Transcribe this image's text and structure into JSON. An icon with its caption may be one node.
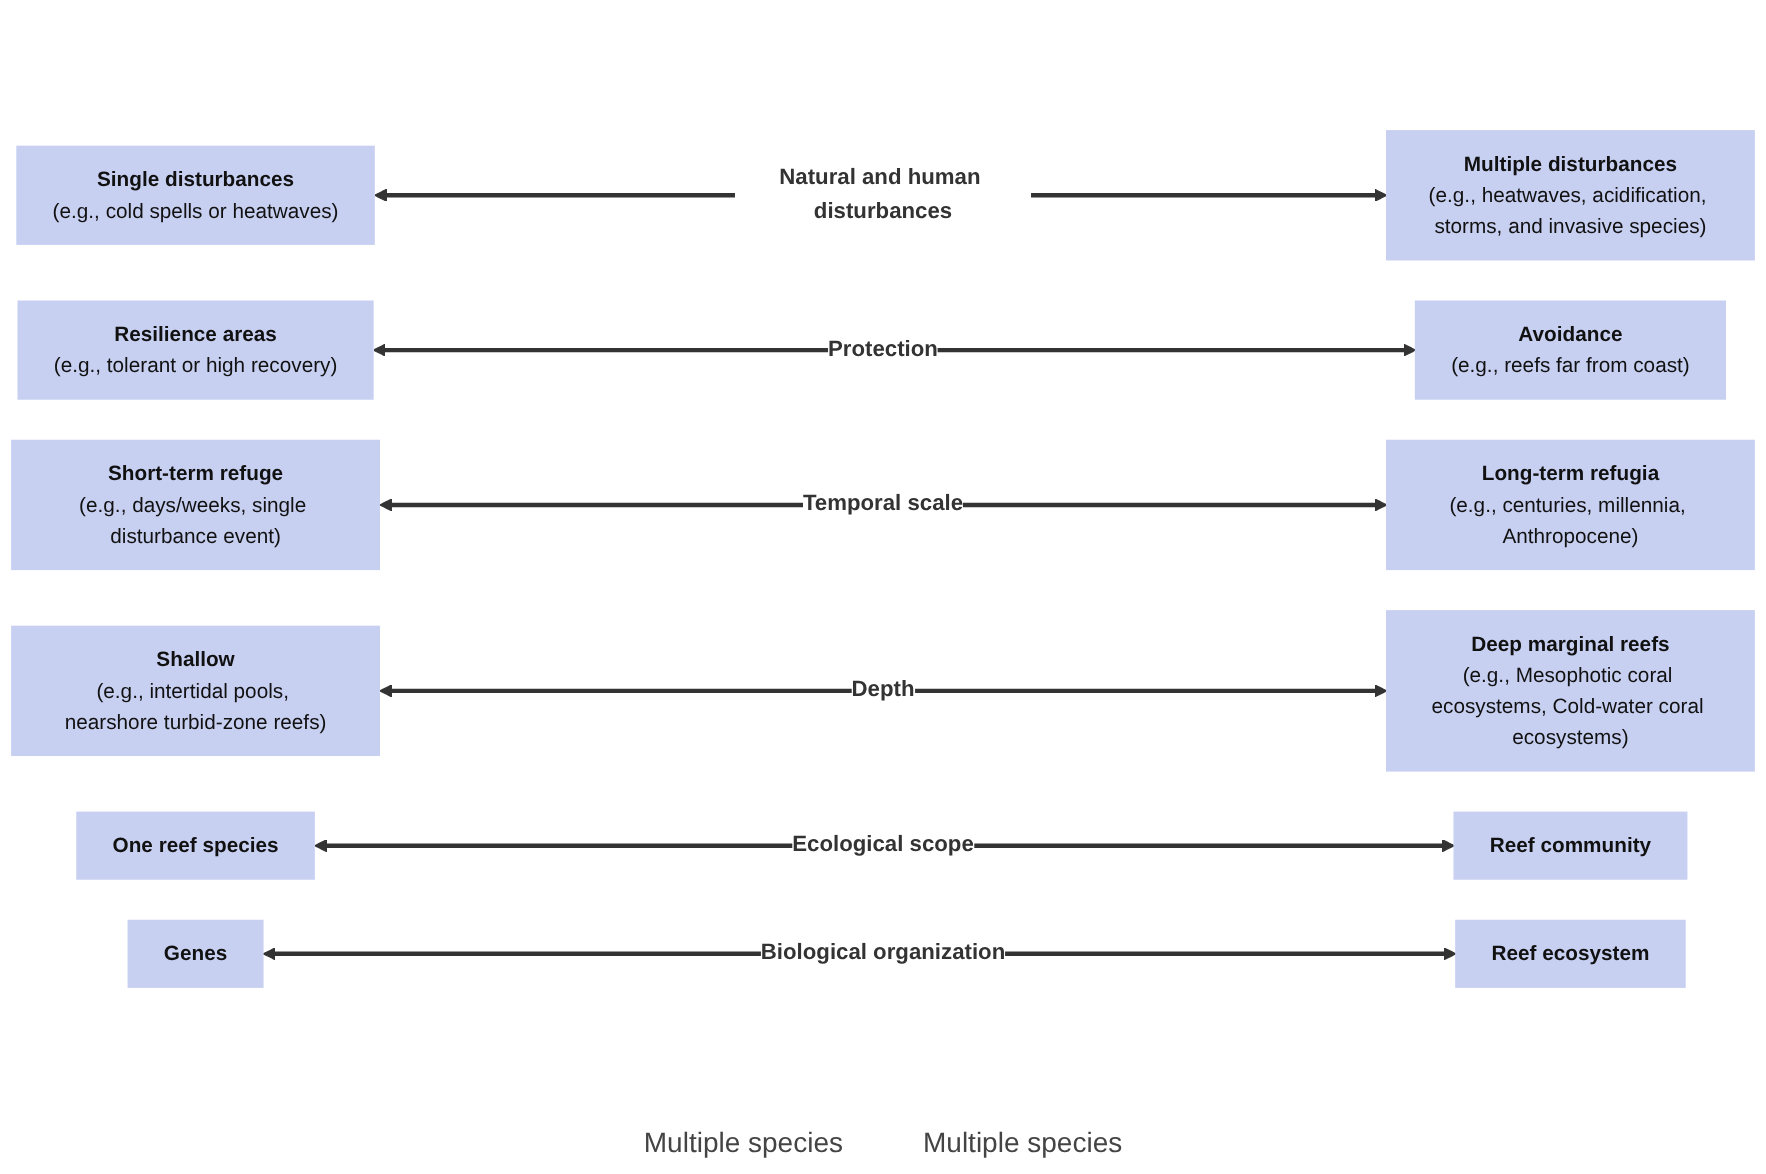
{
  "diagram": {
    "nodes": [
      {
        "text": [
          "Single disturbances",
          "(e.g., cold spells or heatwaves)"
        ]
      },
      {
        "text": [
          "Multiple disturbances",
          "(e.g., heatwaves, acidification, storms, and invasive species)"
        ]
      },
      {
        "text": [
          "Resilience areas",
          "(e.g., tolerant or high recovery)"
        ]
      },
      {
        "text": [
          "Avoidance",
          "(e.g., reefs far from coast)"
        ]
      },
      {
        "text": [
          "Short-term refuge",
          "(e.g., days/weeks, single disturbance event)"
        ]
      },
      {
        "text": [
          "Long-term refugia",
          "(e.g., centuries, millennia, Anthropocene)"
        ]
      },
      {
        "text": [
          "Shallow",
          "(e.g., intertidal pools, nearshore turbid-zone reefs)"
        ]
      },
      {
        "text": [
          "Deep marginal reefs",
          "(e.g., Mesophotic coral ecosystems, Cold-water coral ecosystems)"
        ]
      },
      {
        "text": [
          "One reef species"
        ]
      },
      {
        "text": [
          "Reef community"
        ]
      },
      {
        "text": [
          "Genes"
        ]
      },
      {
        "text": [
          "Reef ecosystem"
        ]
      }
    ],
    "edges": [
      {
        "from": 0,
        "to": 1,
        "arrow": "both",
        "label": "Natural and human disturbances"
      },
      {
        "from": 2,
        "to": 3,
        "arrow": "both",
        "label": "Protection"
      },
      {
        "from": 4,
        "to": 5,
        "arrow": "both",
        "label": "Temporal scale"
      },
      {
        "from": 6,
        "to": 7,
        "arrow": "both",
        "label": "Depth"
      },
      {
        "from": 8,
        "to": 9,
        "arrow": "both",
        "label": "Ecological scope"
      },
      {
        "from": 10,
        "to": 11,
        "arrow": "both",
        "label": "Biological organization"
      }
    ],
    "labels": [
      "Multiple species",
      "Multiple species"
    ]
  }
}
